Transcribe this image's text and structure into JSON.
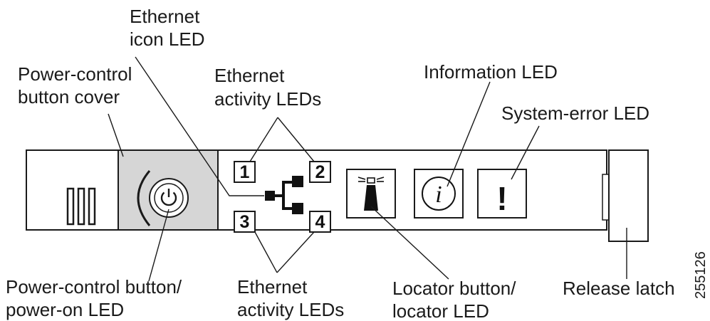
{
  "labels": {
    "ethernet_icon_led_l1": "Ethernet",
    "ethernet_icon_led_l2": "icon LED",
    "power_cover_l1": "Power-control",
    "power_cover_l2": "button cover",
    "eth_activity_top_l1": "Ethernet",
    "eth_activity_top_l2": "activity LEDs",
    "information_led": "Information LED",
    "system_error_led": "System-error LED",
    "power_button_l1": "Power-control button/",
    "power_button_l2": "power-on LED",
    "eth_activity_bottom_l1": "Ethernet",
    "eth_activity_bottom_l2": "activity LEDs",
    "locator_l1": "Locator button/",
    "locator_l2": "locator LED",
    "release_latch": "Release latch"
  },
  "leds": {
    "n1": "1",
    "n2": "2",
    "n3": "3",
    "n4": "4",
    "info_symbol": "i",
    "error_symbol": "!"
  },
  "figure_id": "255126"
}
